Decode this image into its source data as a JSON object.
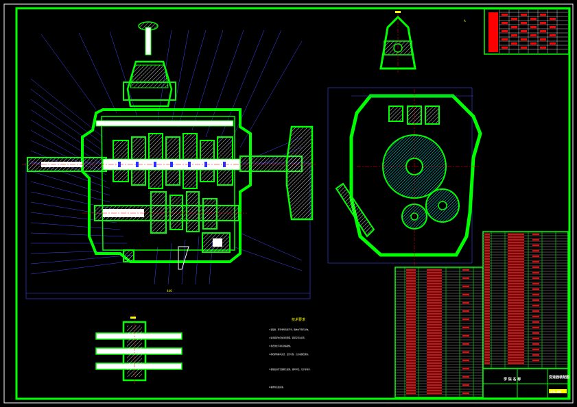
{
  "drawing": {
    "annotation_title": "技术要求",
    "section_mark": "A",
    "notes": [
      "1.装配前，所有零件清洗干净，箱体内不得有杂物。",
      "2.轴承装配时应加注润滑脂，装配后转动灵活。",
      "3.各密封处不得有渗漏现象。",
      "4.换挡机构操纵灵活，定位可靠，无自动脱挡现象。",
      "5.装配后进行空载跑合试验，运转平稳，无异常噪声。",
      "6.箱体外表面涂漆。"
    ],
    "titleblock": {
      "name_line": "变速器装配图",
      "label_dept": "学 院 名 称",
      "drawing_no": "ZS-00"
    },
    "colors": {
      "background": "#000000",
      "frame": "#00ff00",
      "outline": "#00ff00",
      "hatch": "#ffffff",
      "dimension": "#4444ff",
      "centerline": "#ff0000",
      "cyan_fill": "#00ffff",
      "table_text": "#ff0000"
    }
  }
}
